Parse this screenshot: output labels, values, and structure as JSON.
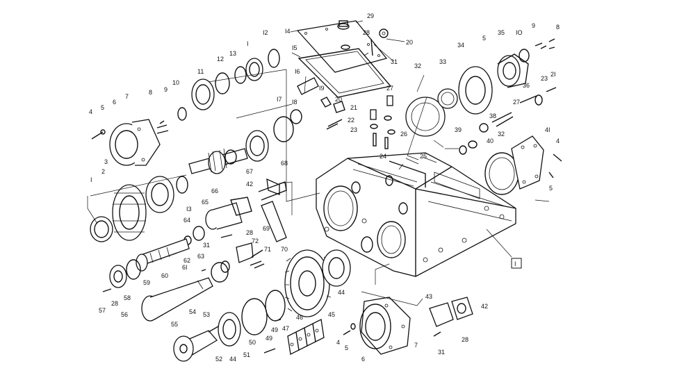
{
  "diagram": {
    "labels": [
      {
        "id": "p1a",
        "text": "I"
      },
      {
        "id": "p2",
        "text": "2"
      },
      {
        "id": "p3",
        "text": "3"
      },
      {
        "id": "p4a",
        "text": "4"
      },
      {
        "id": "p5a",
        "text": "5"
      },
      {
        "id": "p6a",
        "text": "6"
      },
      {
        "id": "p7a",
        "text": "7"
      },
      {
        "id": "p8a",
        "text": "8"
      },
      {
        "id": "p9a",
        "text": "9"
      },
      {
        "id": "p10a",
        "text": "10"
      },
      {
        "id": "p11",
        "text": "11"
      },
      {
        "id": "p12a",
        "text": "12"
      },
      {
        "id": "p13a",
        "text": "13"
      },
      {
        "id": "p1b",
        "text": "I"
      },
      {
        "id": "p12b",
        "text": "I2"
      },
      {
        "id": "p13b",
        "text": "I3"
      },
      {
        "id": "p14",
        "text": "I4"
      },
      {
        "id": "p15",
        "text": "I5"
      },
      {
        "id": "p16",
        "text": "I6"
      },
      {
        "id": "p17",
        "text": "I7"
      },
      {
        "id": "p18",
        "text": "I8"
      },
      {
        "id": "p19",
        "text": "I9"
      },
      {
        "id": "p20a",
        "text": "20"
      },
      {
        "id": "p21a",
        "text": "21"
      },
      {
        "id": "p22",
        "text": "22"
      },
      {
        "id": "p23a",
        "text": "23"
      },
      {
        "id": "p24",
        "text": "24"
      },
      {
        "id": "p25",
        "text": "25"
      },
      {
        "id": "p26",
        "text": "26"
      },
      {
        "id": "p27a",
        "text": "27"
      },
      {
        "id": "p28a",
        "text": "28"
      },
      {
        "id": "p29",
        "text": "29"
      },
      {
        "id": "p20b",
        "text": "20"
      },
      {
        "id": "p31a",
        "text": "31"
      },
      {
        "id": "p32a",
        "text": "32"
      },
      {
        "id": "p33",
        "text": "33"
      },
      {
        "id": "p34",
        "text": "34"
      },
      {
        "id": "p5b",
        "text": "5"
      },
      {
        "id": "p35",
        "text": "35"
      },
      {
        "id": "p10b",
        "text": "IO"
      },
      {
        "id": "p9b",
        "text": "9"
      },
      {
        "id": "p8b",
        "text": "8"
      },
      {
        "id": "p21b",
        "text": "2I"
      },
      {
        "id": "p23b",
        "text": "23"
      },
      {
        "id": "p36",
        "text": "36"
      },
      {
        "id": "p27b",
        "text": "27"
      },
      {
        "id": "p38",
        "text": "38"
      },
      {
        "id": "p39",
        "text": "39"
      },
      {
        "id": "p40",
        "text": "40"
      },
      {
        "id": "p32b",
        "text": "32"
      },
      {
        "id": "p41",
        "text": "4I"
      },
      {
        "id": "p4b",
        "text": "4"
      },
      {
        "id": "p5c",
        "text": "5"
      },
      {
        "id": "p68",
        "text": "68"
      },
      {
        "id": "p67",
        "text": "67"
      },
      {
        "id": "p66",
        "text": "66"
      },
      {
        "id": "p42a",
        "text": "42"
      },
      {
        "id": "p65",
        "text": "65"
      },
      {
        "id": "p69",
        "text": "69"
      },
      {
        "id": "p64",
        "text": "64"
      },
      {
        "id": "p28b",
        "text": "28"
      },
      {
        "id": "p31b",
        "text": "31"
      },
      {
        "id": "p72",
        "text": "72"
      },
      {
        "id": "p71",
        "text": "71"
      },
      {
        "id": "p70",
        "text": "70"
      },
      {
        "id": "p62",
        "text": "62"
      },
      {
        "id": "p63",
        "text": "63"
      },
      {
        "id": "p60",
        "text": "60"
      },
      {
        "id": "p61",
        "text": "6I"
      },
      {
        "id": "p59",
        "text": "59"
      },
      {
        "id": "p58",
        "text": "58"
      },
      {
        "id": "p28c",
        "text": "28"
      },
      {
        "id": "p57",
        "text": "57"
      },
      {
        "id": "p56",
        "text": "56"
      },
      {
        "id": "p54",
        "text": "54"
      },
      {
        "id": "p53",
        "text": "53"
      },
      {
        "id": "p55",
        "text": "55"
      },
      {
        "id": "p52",
        "text": "52"
      },
      {
        "id": "p44a",
        "text": "44"
      },
      {
        "id": "p50",
        "text": "50"
      },
      {
        "id": "p49a",
        "text": "49"
      },
      {
        "id": "p49b",
        "text": "49"
      },
      {
        "id": "p51",
        "text": "51"
      },
      {
        "id": "p47",
        "text": "47"
      },
      {
        "id": "p46",
        "text": "46"
      },
      {
        "id": "p45",
        "text": "45"
      },
      {
        "id": "p44b",
        "text": "44"
      },
      {
        "id": "p4c",
        "text": "4"
      },
      {
        "id": "p5d",
        "text": "5"
      },
      {
        "id": "p6b",
        "text": "6"
      },
      {
        "id": "p7b",
        "text": "7"
      },
      {
        "id": "p43",
        "text": "43"
      },
      {
        "id": "p42b",
        "text": "42"
      },
      {
        "id": "p28d",
        "text": "28"
      },
      {
        "id": "p31c",
        "text": "31"
      },
      {
        "id": "pI",
        "text": "I"
      }
    ]
  }
}
